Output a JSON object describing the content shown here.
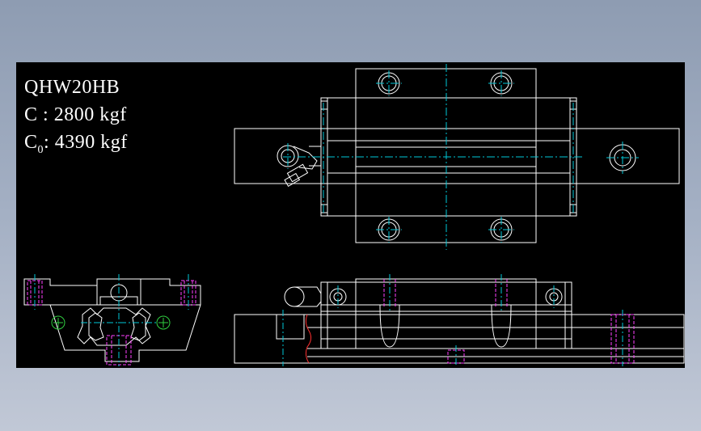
{
  "drawing": {
    "model": "QHW20HB",
    "dynamic_load": {
      "symbol": "C",
      "separator": " : ",
      "value": "2800 kgf"
    },
    "static_load": {
      "symbol": "C",
      "subscript": "0",
      "separator": ": ",
      "value": "4390 kgf"
    }
  },
  "colors": {
    "background_top": "#8e9cb2",
    "background_bottom": "#c1c8d6",
    "canvas": "#000000",
    "outline": "#ffffff",
    "centerline": "#00c8d8",
    "hidden_line": "#ff40ff",
    "break_line": "#ff3030",
    "grease_symbol": "#30d040"
  }
}
